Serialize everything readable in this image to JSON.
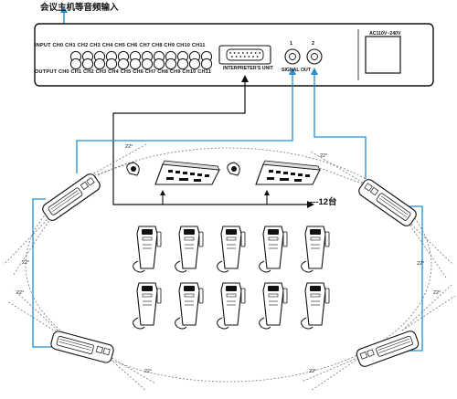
{
  "title": "会议主机等音频输入",
  "panel": {
    "input_label": "INPUT  CH0  CH1  CH2  CH3  CH4  CH5  CH6  CH7  CH8  CH9  CH10 CH11",
    "output_label": "OUTPUT CH0  CH1  CH2  CH3  CH4  CH5  CH6  CH7  CH8  CH9  CH10 CH11",
    "channel_count": 12,
    "interpreter_label": "INTERPRETER'S UNIT",
    "signal_out_label": "SIGNAL OUT",
    "connector_1": "1",
    "connector_2": "2",
    "power_label": "AC110V~240V"
  },
  "interpreter_units": 2,
  "receivers": {
    "rows": 2,
    "per_row": 5
  },
  "receiver_count_label": "---12台",
  "angle_label": "22°",
  "colors": {
    "signal_cable": "#1f8fcf",
    "line": "#111111"
  }
}
